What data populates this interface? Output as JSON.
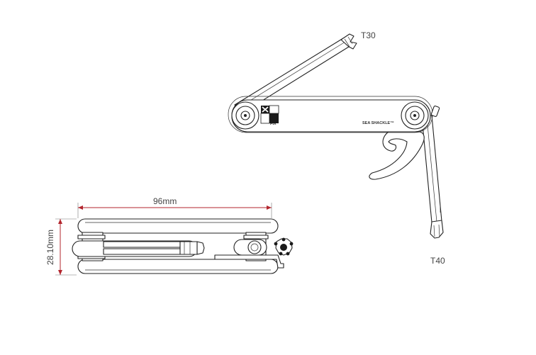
{
  "labels": {
    "top_bit": "T30",
    "bottom_bit": "T40",
    "brand_prefix": "FIX",
    "product_name": "SEA SHACKLE™"
  },
  "dimensions": {
    "length": "96mm",
    "height": "28.10mm"
  },
  "colors": {
    "line": "#222222",
    "dimension": "#b3262e",
    "label": "#444444",
    "logo": "#1a1a1a"
  },
  "icons": {
    "logo": "x-fix-logo-icon",
    "bolt": "hex-bolt-icon",
    "shackle_key": "shackle-hook-icon"
  }
}
